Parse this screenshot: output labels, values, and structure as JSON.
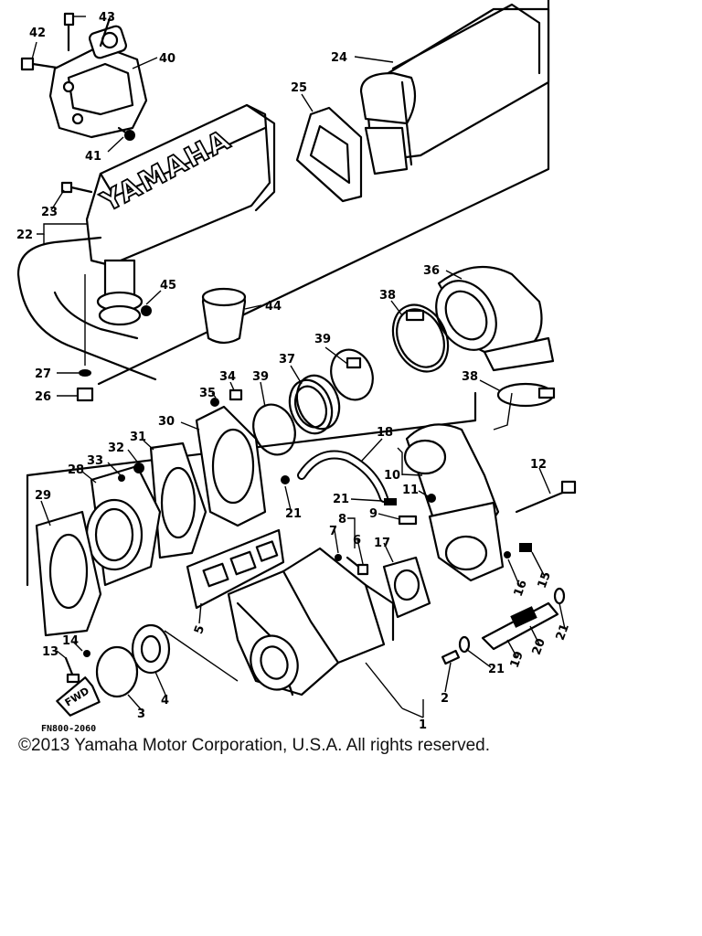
{
  "figure": {
    "code": "FN800-2060",
    "brand_mark": "YAMAHA",
    "direction_label": "FWD",
    "copyright": "©2013 Yamaha Motor Corporation, U.S.A. All rights reserved."
  },
  "callouts": [
    {
      "id": "c43",
      "label": "43"
    },
    {
      "id": "c42",
      "label": "42"
    },
    {
      "id": "c40",
      "label": "40"
    },
    {
      "id": "c24",
      "label": "24"
    },
    {
      "id": "c25",
      "label": "25"
    },
    {
      "id": "c41",
      "label": "41"
    },
    {
      "id": "c23",
      "label": "23"
    },
    {
      "id": "c22",
      "label": "22"
    },
    {
      "id": "c36",
      "label": "36"
    },
    {
      "id": "c45",
      "label": "45"
    },
    {
      "id": "c44",
      "label": "44"
    },
    {
      "id": "c38a",
      "label": "38"
    },
    {
      "id": "c39a",
      "label": "39"
    },
    {
      "id": "c37",
      "label": "37"
    },
    {
      "id": "c27",
      "label": "27"
    },
    {
      "id": "c34",
      "label": "34"
    },
    {
      "id": "c39b",
      "label": "39"
    },
    {
      "id": "c38b",
      "label": "38"
    },
    {
      "id": "c35",
      "label": "35"
    },
    {
      "id": "c26",
      "label": "26"
    },
    {
      "id": "c30",
      "label": "30"
    },
    {
      "id": "c18",
      "label": "18"
    },
    {
      "id": "c31",
      "label": "31"
    },
    {
      "id": "c32",
      "label": "32"
    },
    {
      "id": "c33",
      "label": "33"
    },
    {
      "id": "c12",
      "label": "12"
    },
    {
      "id": "c28",
      "label": "28"
    },
    {
      "id": "c10",
      "label": "10"
    },
    {
      "id": "c11",
      "label": "11"
    },
    {
      "id": "c21a",
      "label": "21"
    },
    {
      "id": "c29",
      "label": "29"
    },
    {
      "id": "c21b",
      "label": "21"
    },
    {
      "id": "c8",
      "label": "8"
    },
    {
      "id": "c9",
      "label": "9"
    },
    {
      "id": "c7",
      "label": "7"
    },
    {
      "id": "c6",
      "label": "6"
    },
    {
      "id": "c17",
      "label": "17"
    },
    {
      "id": "c16",
      "label": "16"
    },
    {
      "id": "c15",
      "label": "15"
    },
    {
      "id": "c5",
      "label": "5"
    },
    {
      "id": "c21c",
      "label": "21"
    },
    {
      "id": "c14",
      "label": "14"
    },
    {
      "id": "c20",
      "label": "20"
    },
    {
      "id": "c13",
      "label": "13"
    },
    {
      "id": "c19",
      "label": "19"
    },
    {
      "id": "c21d",
      "label": "21"
    },
    {
      "id": "c4",
      "label": "4"
    },
    {
      "id": "c2",
      "label": "2"
    },
    {
      "id": "c3",
      "label": "3"
    },
    {
      "id": "c1",
      "label": "1"
    }
  ]
}
